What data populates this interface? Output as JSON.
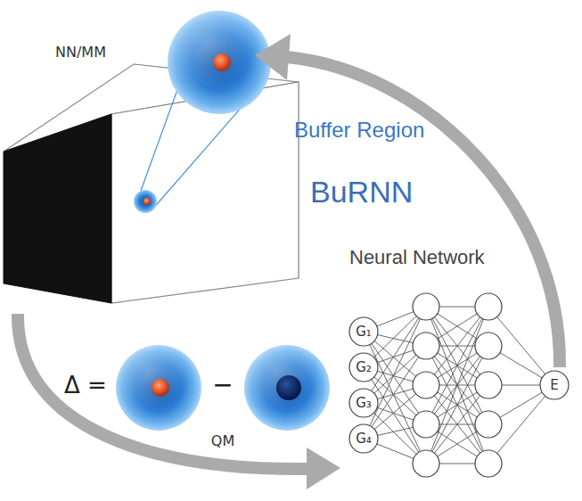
{
  "diagram": {
    "nodes": [
      {
        "text": [
          "G₁"
        ]
      },
      {
        "text": [
          "G₂"
        ]
      },
      {
        "text": [
          "G₃"
        ]
      },
      {
        "text": [
          "G₄"
        ]
      },
      {
        "text": [
          "E"
        ]
      }
    ],
    "labels": [
      "NN/MM",
      "Buffer Region",
      "BuRNN",
      "Neural Network",
      "Δ =",
      "−",
      "QM"
    ]
  }
}
